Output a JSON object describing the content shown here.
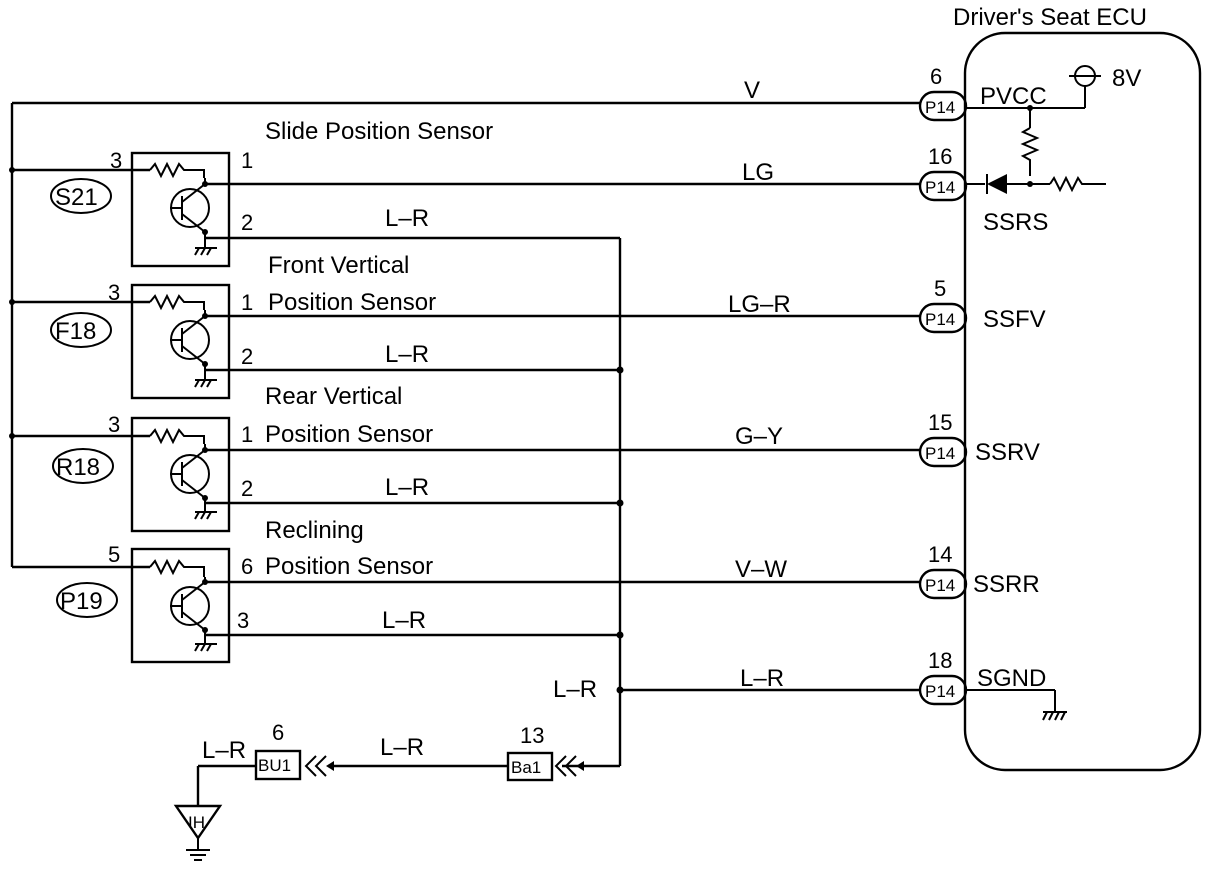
{
  "ecu": {
    "title": "Driver's Seat ECU",
    "supply": "8V",
    "connector": "P14",
    "terminals": [
      {
        "pin": "6",
        "name": "PVCC",
        "wire": "V"
      },
      {
        "pin": "16",
        "name": "SSRS",
        "wire": "LG"
      },
      {
        "pin": "5",
        "name": "SSFV",
        "wire": "LG–R"
      },
      {
        "pin": "15",
        "name": "SSRV",
        "wire": "G–Y"
      },
      {
        "pin": "14",
        "name": "SSRR",
        "wire": "V–W"
      },
      {
        "pin": "18",
        "name": "SGND",
        "wire": "L–R"
      }
    ]
  },
  "sensors": [
    {
      "id": "S21",
      "title_line1": "Slide Position Sensor",
      "title_line2": "",
      "pin_supply": "3",
      "pin_signal": "1",
      "pin_ground": "2",
      "ground_wire": "L–R"
    },
    {
      "id": "F18",
      "title_line1": "Front Vertical",
      "title_line2": "Position Sensor",
      "pin_supply": "3",
      "pin_signal": "1",
      "pin_ground": "2",
      "ground_wire": "L–R"
    },
    {
      "id": "R18",
      "title_line1": "Rear Vertical",
      "title_line2": "Position Sensor",
      "pin_supply": "3",
      "pin_signal": "1",
      "pin_ground": "2",
      "ground_wire": "L–R"
    },
    {
      "id": "P19",
      "title_line1": "Reclining",
      "title_line2": "Position Sensor",
      "pin_supply": "5",
      "pin_signal": "6",
      "pin_ground": "3",
      "ground_wire": "L–R"
    }
  ],
  "ground_path": {
    "bus_wire": "L–R",
    "connector1": {
      "id": "Ba1",
      "pin": "13"
    },
    "connector2": {
      "id": "BU1",
      "pin": "6"
    },
    "link_wire": "L–R",
    "drop_wire": "L–R",
    "ground_point": "IH"
  }
}
